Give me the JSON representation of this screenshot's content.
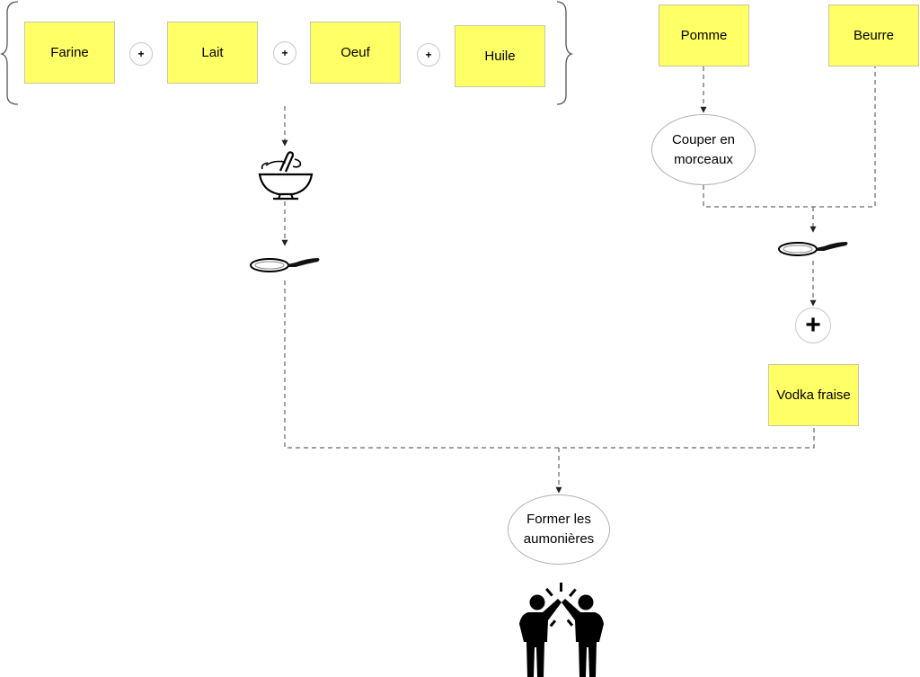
{
  "ingredients": {
    "farine": "Farine",
    "lait": "Lait",
    "oeuf": "Oeuf",
    "huile": "Huile"
  },
  "apple_side": {
    "pomme": "Pomme",
    "beurre": "Beurre",
    "cut_line1": "Couper en",
    "cut_line2": "morceaux",
    "vodka": "Vodka fraise"
  },
  "final": {
    "line1": "Former les",
    "line2": "aumonières"
  },
  "plus_symbol": "+",
  "icons": [
    "bowl-mixing-icon",
    "frying-pan-icon",
    "high-five-icon"
  ],
  "colors": {
    "sticky_note": "#ffff66",
    "connector": "#444444"
  }
}
